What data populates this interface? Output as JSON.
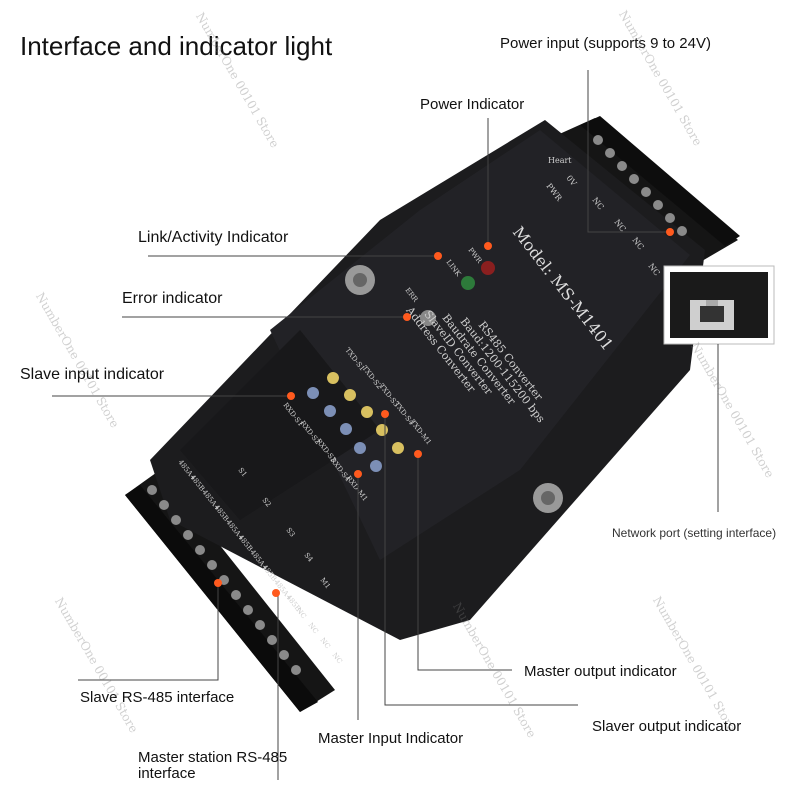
{
  "title": "Interface and indicator light",
  "device": {
    "model": "Model: MS-M1401",
    "description_lines": [
      "RS485 Converter",
      "Baud:1200-115200 bps",
      "Baudrate Converter",
      "SlaveID Converter",
      "Address Converter"
    ],
    "pwr_label": "PWR",
    "link_label": "LINK",
    "err_label": "ERR",
    "txd_labels": [
      "TXD-S1",
      "TXD-S2",
      "TXD-S3",
      "TXD-S4",
      "TXD-M1"
    ],
    "rxd_labels": [
      "RXD-S1",
      "RXD-S2",
      "RXD-S3",
      "RXD-S4",
      "RXD-M1"
    ],
    "terminal_labels_top": [
      "Heart",
      "0V",
      "PWR",
      "NC",
      "NC",
      "NC",
      "NC"
    ],
    "terminal_labels_left": [
      "485A+",
      "485B-",
      "485A+",
      "485B-",
      "485A+",
      "485B-",
      "485A+",
      "485B-",
      "485A+",
      "485B-",
      "NC",
      "NC",
      "NC",
      "NC"
    ],
    "port_labels_left": [
      "S1",
      "S2",
      "S3",
      "S4",
      "M1"
    ]
  },
  "callouts": {
    "power_input": "Power input (supports 9 to 24V)",
    "power_indicator": "Power Indicator",
    "link_activity": "Link/Activity Indicator",
    "error_indicator": "Error indicator",
    "slave_input": "Slave input indicator",
    "network_port": "Network port (setting interface)",
    "master_output": "Master output indicator",
    "slaver_output": "Slaver output indicator",
    "master_input": "Master Input Indicator",
    "slave_rs485": "Slave RS-485 interface",
    "master_rs485": "Master station RS-485 interface"
  },
  "watermark": "NumberOne 00101 Store",
  "colors": {
    "callout_dot": "#ff5a1e",
    "device_body": "#1c1c1e",
    "led_green": "#2d7a3a",
    "led_red": "#8a1f1f",
    "led_yellow": "#d8c060",
    "led_blue": "#7c8fb6"
  }
}
